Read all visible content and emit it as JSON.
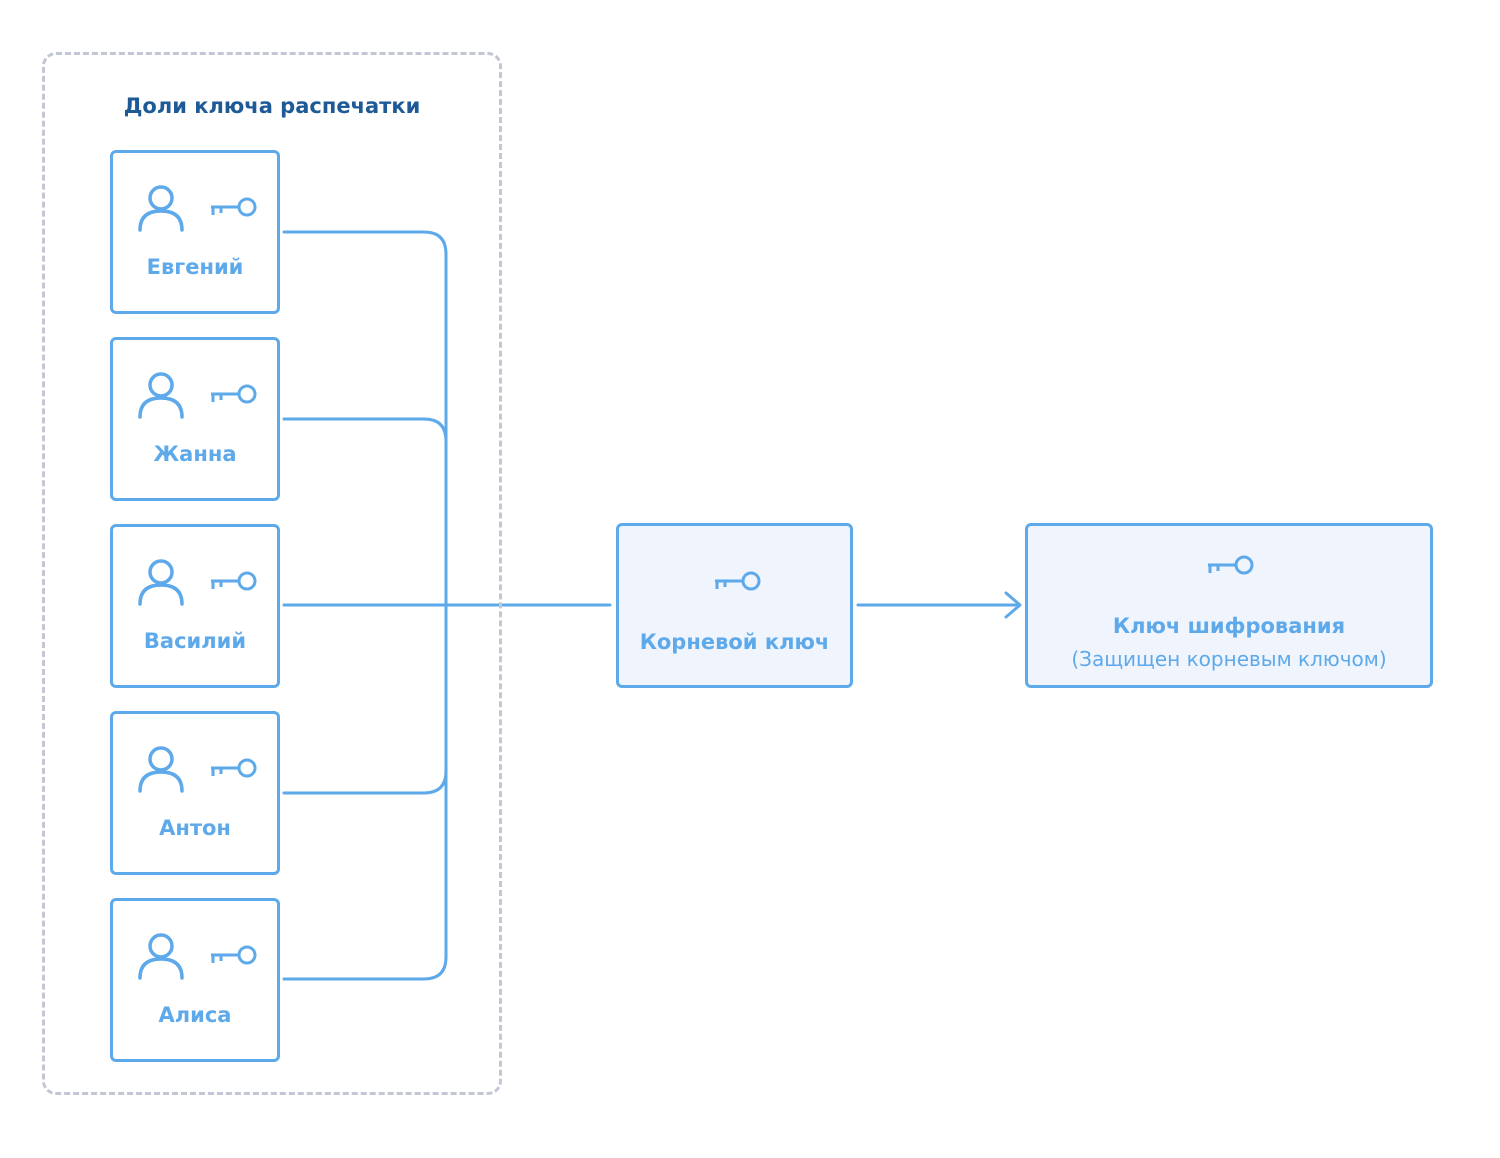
{
  "group": {
    "title": "Доли ключа распечатки"
  },
  "holders": [
    {
      "name": "Евгений"
    },
    {
      "name": "Жанна"
    },
    {
      "name": "Василий"
    },
    {
      "name": "Антон"
    },
    {
      "name": "Алиса"
    }
  ],
  "root_key": {
    "label": "Корневой ключ"
  },
  "encryption_key": {
    "label": "Ключ шифрования",
    "sublabel": "(Защищен корневым ключом)"
  },
  "colors": {
    "accent": "#5ea9ea",
    "title": "#1e5a96",
    "dashed_border": "#c3c6d4",
    "node_fill": "#eff4fd"
  },
  "icons": {
    "user": "user-icon",
    "key": "key-icon"
  }
}
